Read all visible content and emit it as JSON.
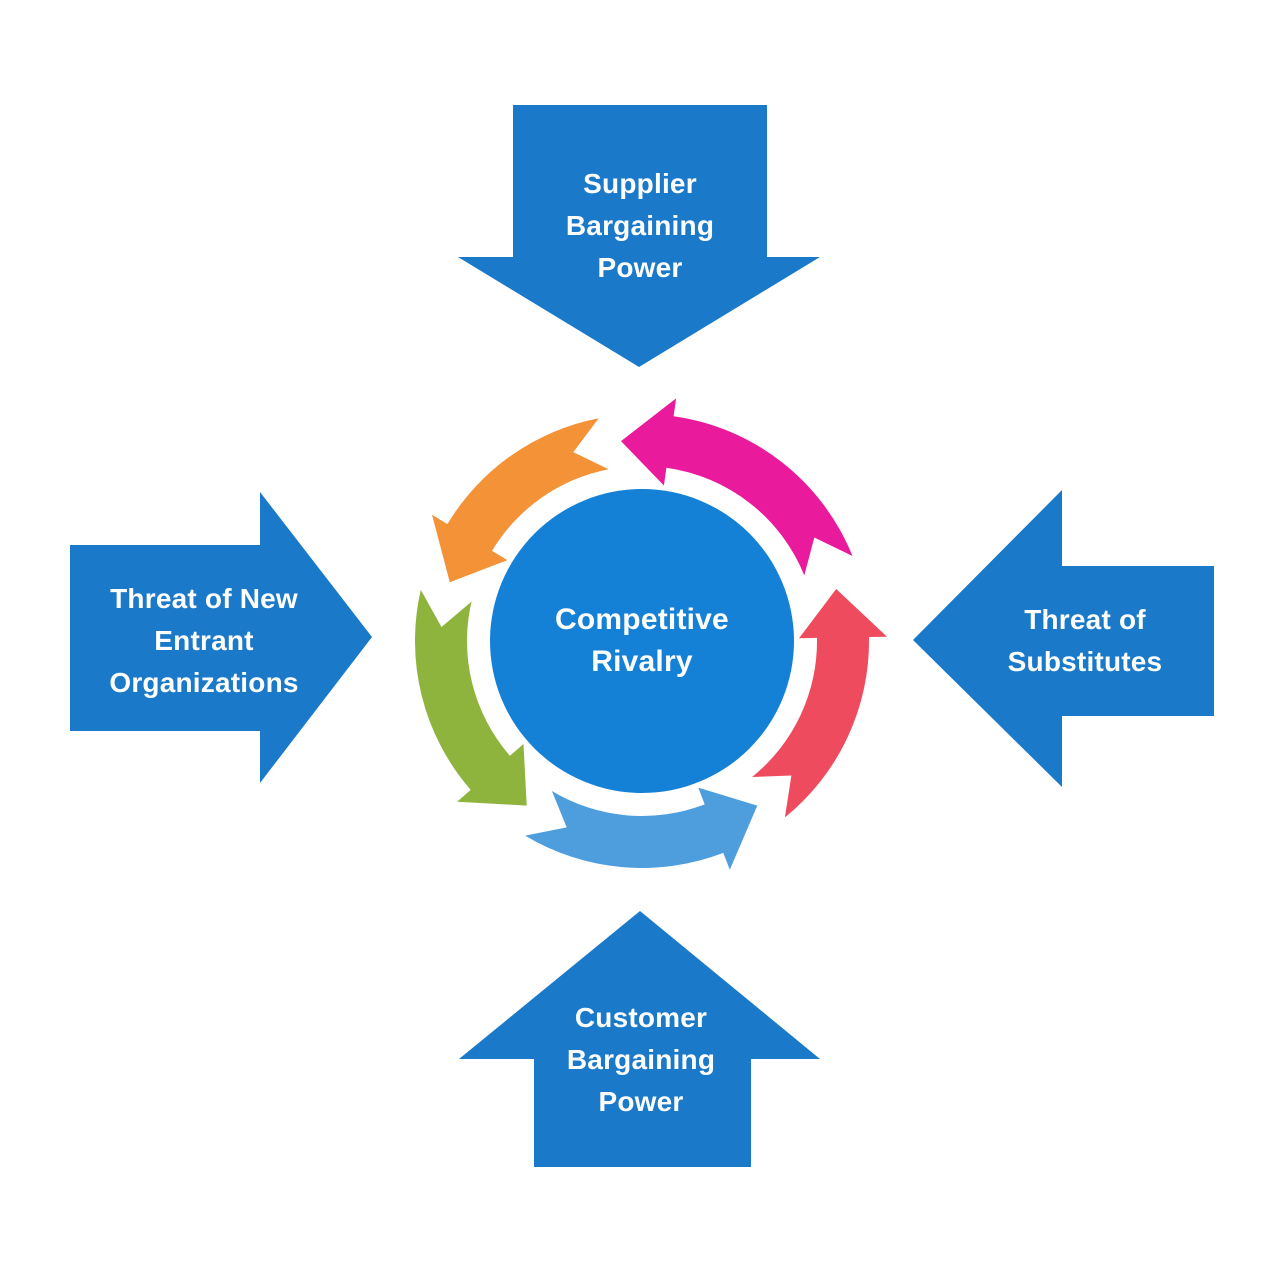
{
  "text_color": "#FDFDFD",
  "center": {
    "label": "Competitive\nRivalry",
    "color": "#1481D6"
  },
  "forces": {
    "arrow_color": "#1A79C9",
    "top": {
      "label": "Supplier\nBargaining\nPower",
      "direction": "down"
    },
    "left": {
      "label": "Threat of New\nEntrant\nOrganizations",
      "direction": "right"
    },
    "right": {
      "label": "Threat of\nSubstitutes",
      "direction": "left"
    },
    "bottom": {
      "label": "Customer\nBargaining\nPower",
      "direction": "up"
    }
  },
  "cycle": {
    "arcs": [
      {
        "name": "cycle-arc-pink",
        "color": "#E91A9C",
        "start": 22,
        "head_base": 82,
        "tip": 96
      },
      {
        "name": "cycle-arc-orange",
        "color": "#F39237",
        "start": 101,
        "head_base": 149,
        "tip": 163
      },
      {
        "name": "cycle-arc-green",
        "color": "#8FB43D",
        "start": 167,
        "head_base": 221,
        "tip": 235
      },
      {
        "name": "cycle-arc-lightblue",
        "color": "#4E9EDD",
        "start": 239,
        "head_base": 291,
        "tip": 305
      },
      {
        "name": "cycle-arc-red",
        "color": "#EF4B5E",
        "start": 309,
        "head_base": 361,
        "tip": 375
      }
    ]
  }
}
